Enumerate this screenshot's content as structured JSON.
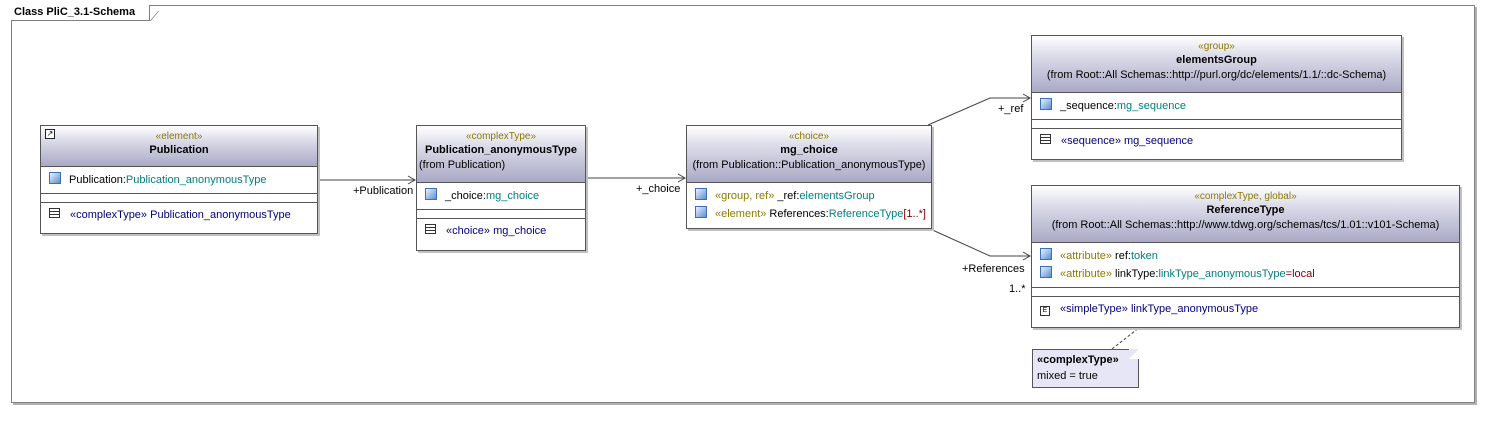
{
  "diagram": {
    "title": "Class PliC_3.1-Schema"
  },
  "publication": {
    "stereotype": "«element»",
    "name": "Publication",
    "attr_name": "Publication:",
    "attr_type": "Publication_anonymousType",
    "op_stereo": "«complexType»",
    "op_name": "Publication_anonymousType"
  },
  "anon_type": {
    "stereotype": "«complexType»",
    "name": "Publication_anonymousType",
    "from": "(from Publication)",
    "attr_name": "_choice:",
    "attr_type": "mg_choice",
    "op_stereo": "«choice»",
    "op_name": "mg_choice"
  },
  "mg_choice": {
    "stereotype": "«choice»",
    "name": "mg_choice",
    "from": "(from Publication::Publication_anonymousType)",
    "attrs": [
      {
        "stereo": "«group, ref»",
        "name": " _ref:",
        "type": "elementsGroup",
        "mult": ""
      },
      {
        "stereo": "«element»",
        "name": " References:",
        "type": "ReferenceType",
        "mult": "[1..*]"
      }
    ]
  },
  "elements_group": {
    "stereotype": "«group»",
    "name": "elementsGroup",
    "from": "(from Root::All Schemas::http://purl.org/dc/elements/1.1/::dc-Schema)",
    "attr_name": "_sequence:",
    "attr_type": "mg_sequence",
    "op_stereo": "«sequence»",
    "op_name": "mg_sequence"
  },
  "reference_type": {
    "stereotype": "«complexType, global»",
    "name": "ReferenceType",
    "from": "(from Root::All Schemas::http://www.tdwg.org/schemas/tcs/1.01::v101-Schema)",
    "attrs": [
      {
        "stereo": "«attribute»",
        "name": " ref:",
        "type": "token",
        "default": ""
      },
      {
        "stereo": "«attribute»",
        "name": " linkType:",
        "type": "linkType_anonymousType",
        "default": "=local"
      }
    ],
    "op_stereo": "«simpleType»",
    "op_name": "linkType_anonymousType"
  },
  "note": {
    "title": "«complexType»",
    "body": "mixed =  true"
  },
  "links": {
    "publication": "+Publication",
    "choice": "+_choice",
    "ref": "+_ref",
    "references": "+References",
    "multiplicity": "1..*"
  }
}
